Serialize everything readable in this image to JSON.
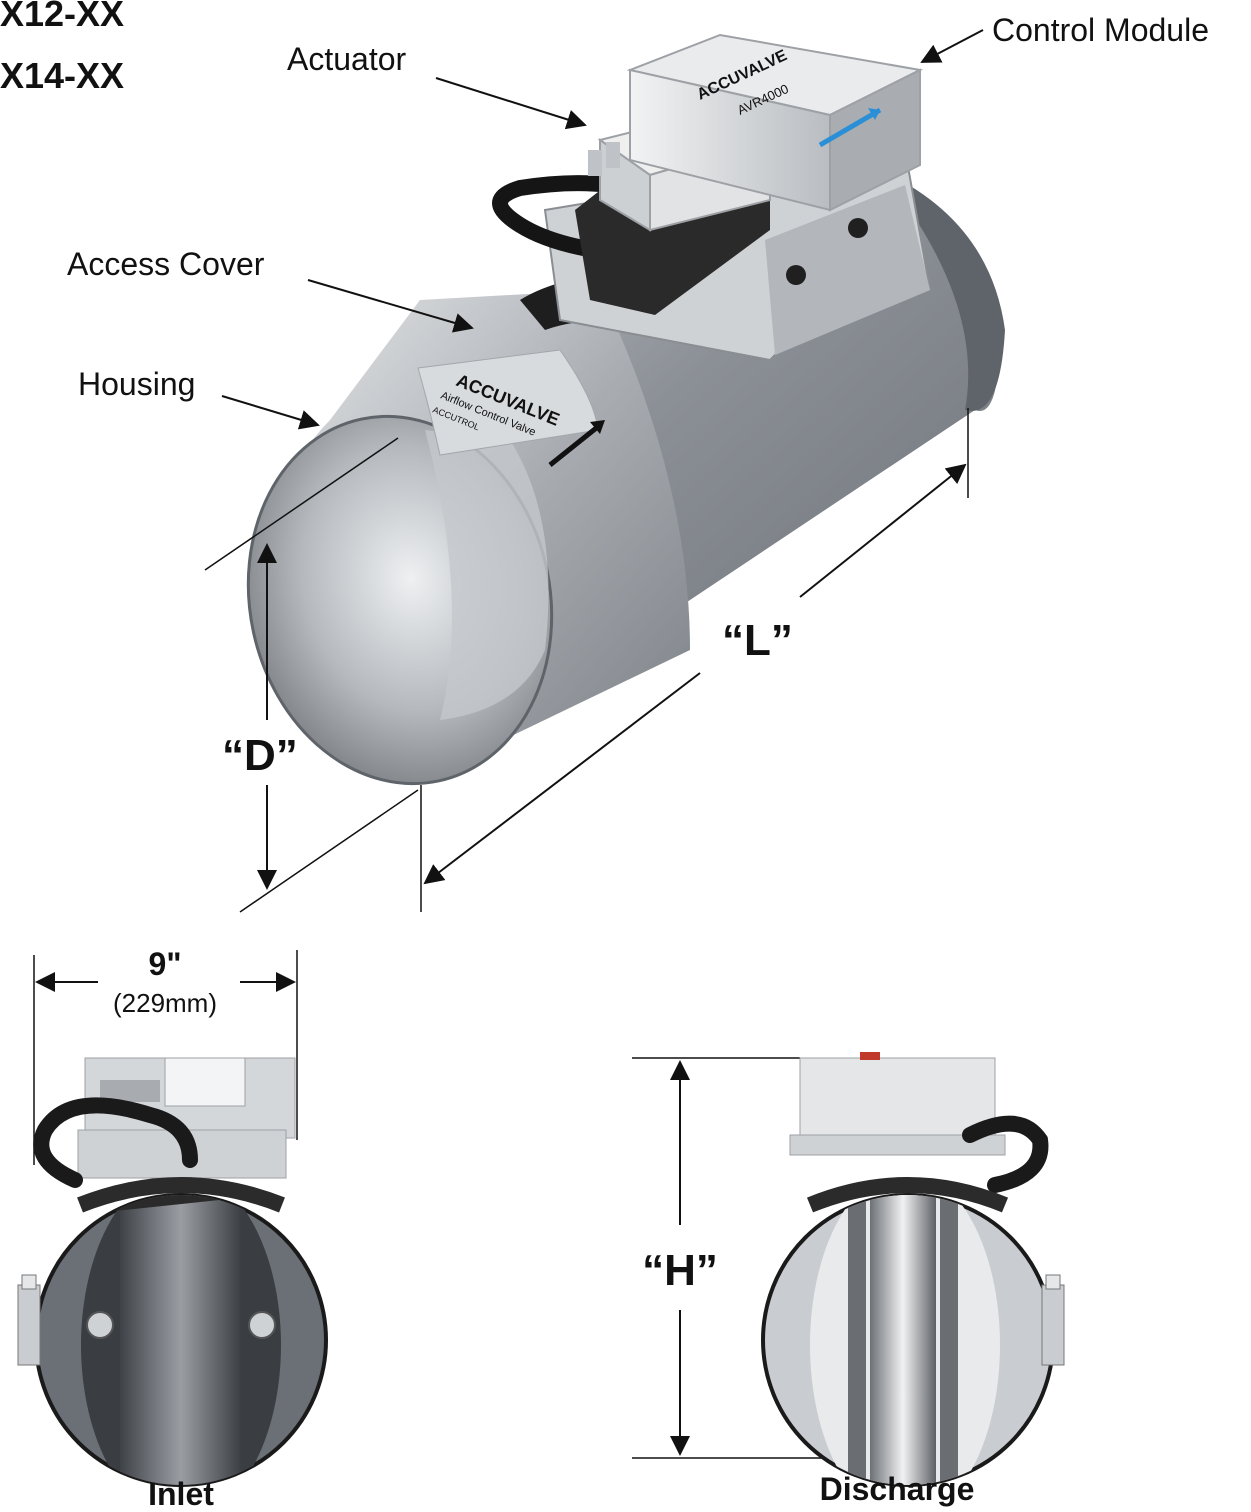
{
  "models": [
    "X12-XX",
    "X14-XX"
  ],
  "callouts": {
    "actuator": "Actuator",
    "control_module": "Control Module",
    "access_cover": "Access Cover",
    "housing": "Housing"
  },
  "label_text": {
    "brand": "ACCUVALVE",
    "model": "AVR4000",
    "product": "Airflow Control Valve",
    "maker": "ACCUTROL"
  },
  "dimensions": {
    "d": "“D”",
    "l": "“L”",
    "h": "“H”",
    "width": "9\"",
    "width_metric": "(229mm)"
  },
  "views": {
    "inlet": "Inlet",
    "discharge": "Discharge"
  },
  "colors": {
    "metal_dark": "#6f747b",
    "metal_light": "#d7dadd",
    "black": "#1b1b1b"
  }
}
